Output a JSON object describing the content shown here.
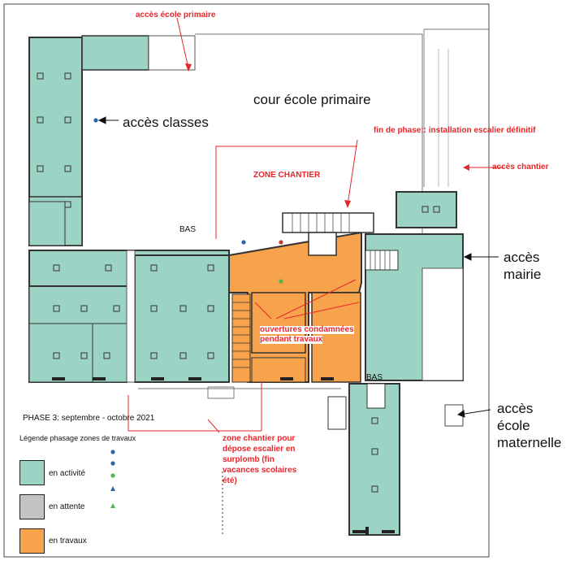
{
  "labels": {
    "acces_ecole_primaire": "accès école primaire",
    "cour_ecole_primaire": "cour école primaire",
    "acces_classes": "accès classes",
    "fin_de_phase": "fin de phase:: installation escalier définitif",
    "acces_chantier": "accès chantier",
    "zone_chantier": "ZONE CHANTIER",
    "acces_mairie_1": "accès",
    "acces_mairie_2": "mairie",
    "bas_top": "BAS",
    "bas_bottom": "BAS",
    "ouvertures_1": "ouvertures condamnées",
    "ouvertures_2": "pendant travaux",
    "zone_pour_1": "zone chantier pour",
    "zone_pour_2": "dépose escalier en",
    "zone_pour_3": "surplomb (fin",
    "zone_pour_4": "vacances scolaires",
    "zone_pour_5": "été)",
    "acces_maternelle_1": "accès",
    "acces_maternelle_2": "école",
    "acces_maternelle_3": "maternelle",
    "phase": "PHASE 3: septembre - octobre 2021"
  },
  "legend": {
    "title": "Légende phasage zones de travaux",
    "items": [
      {
        "label": "en activité",
        "color": "#9bd3c4"
      },
      {
        "label": "en attente",
        "color": "#c3c3c3"
      },
      {
        "label": "en travaux",
        "color": "#f7a34b"
      }
    ]
  },
  "colors": {
    "activity": "#9bd3c4",
    "waiting": "#c3c3c3",
    "works": "#f7a34b",
    "annotation": "#e8262b",
    "wall": "#555555"
  }
}
